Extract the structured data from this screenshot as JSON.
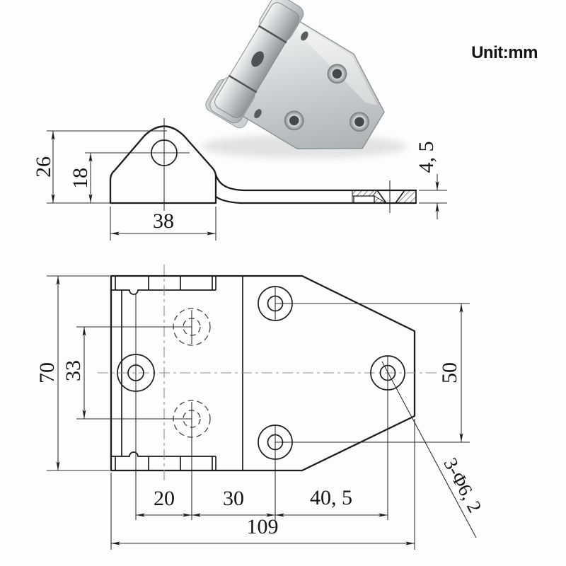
{
  "unit_label": "Unit:mm",
  "side_view": {
    "dim_overall_height": "26",
    "dim_hole_center_height": "18",
    "dim_tab_width": "38",
    "dim_plate_thickness": "4, 5"
  },
  "plan_view": {
    "dim_overall_width": "70",
    "dim_hidden_hole_spacing": "33",
    "dim_pin_to_hidden_hole": "20",
    "dim_hidden_to_front_holes": "30",
    "dim_front_holes_to_end_hole": "40, 5",
    "dim_overall_length": "109",
    "dim_end_hole_spacing": "50",
    "hole_callout": "3-Φ6, 2"
  },
  "colors": {
    "drawing_line": "#1d1d1d",
    "centerline": "#8f8f8f",
    "metal_light": "#eceeef",
    "metal_mid": "#c3c7c9",
    "metal_dark": "#8f9598",
    "hole_dark": "#43484b"
  }
}
